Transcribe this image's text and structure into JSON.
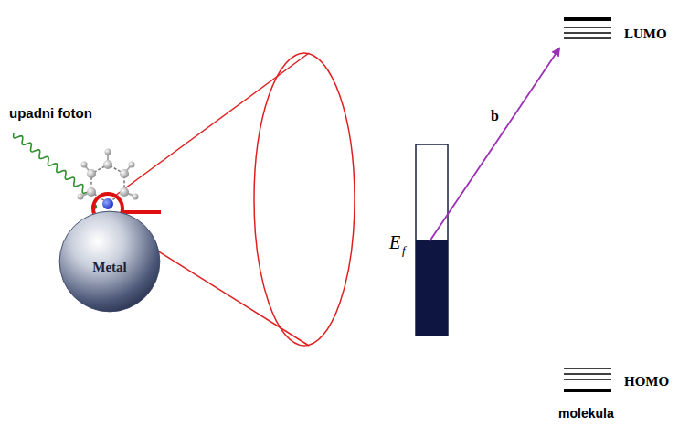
{
  "diagram": {
    "nodes": [
      {
        "text": [
          "Metal"
        ]
      }
    ],
    "labels": [
      "upadni foton",
      "b",
      "E",
      "f",
      "LUMO",
      "HOMO",
      "molekula"
    ]
  }
}
